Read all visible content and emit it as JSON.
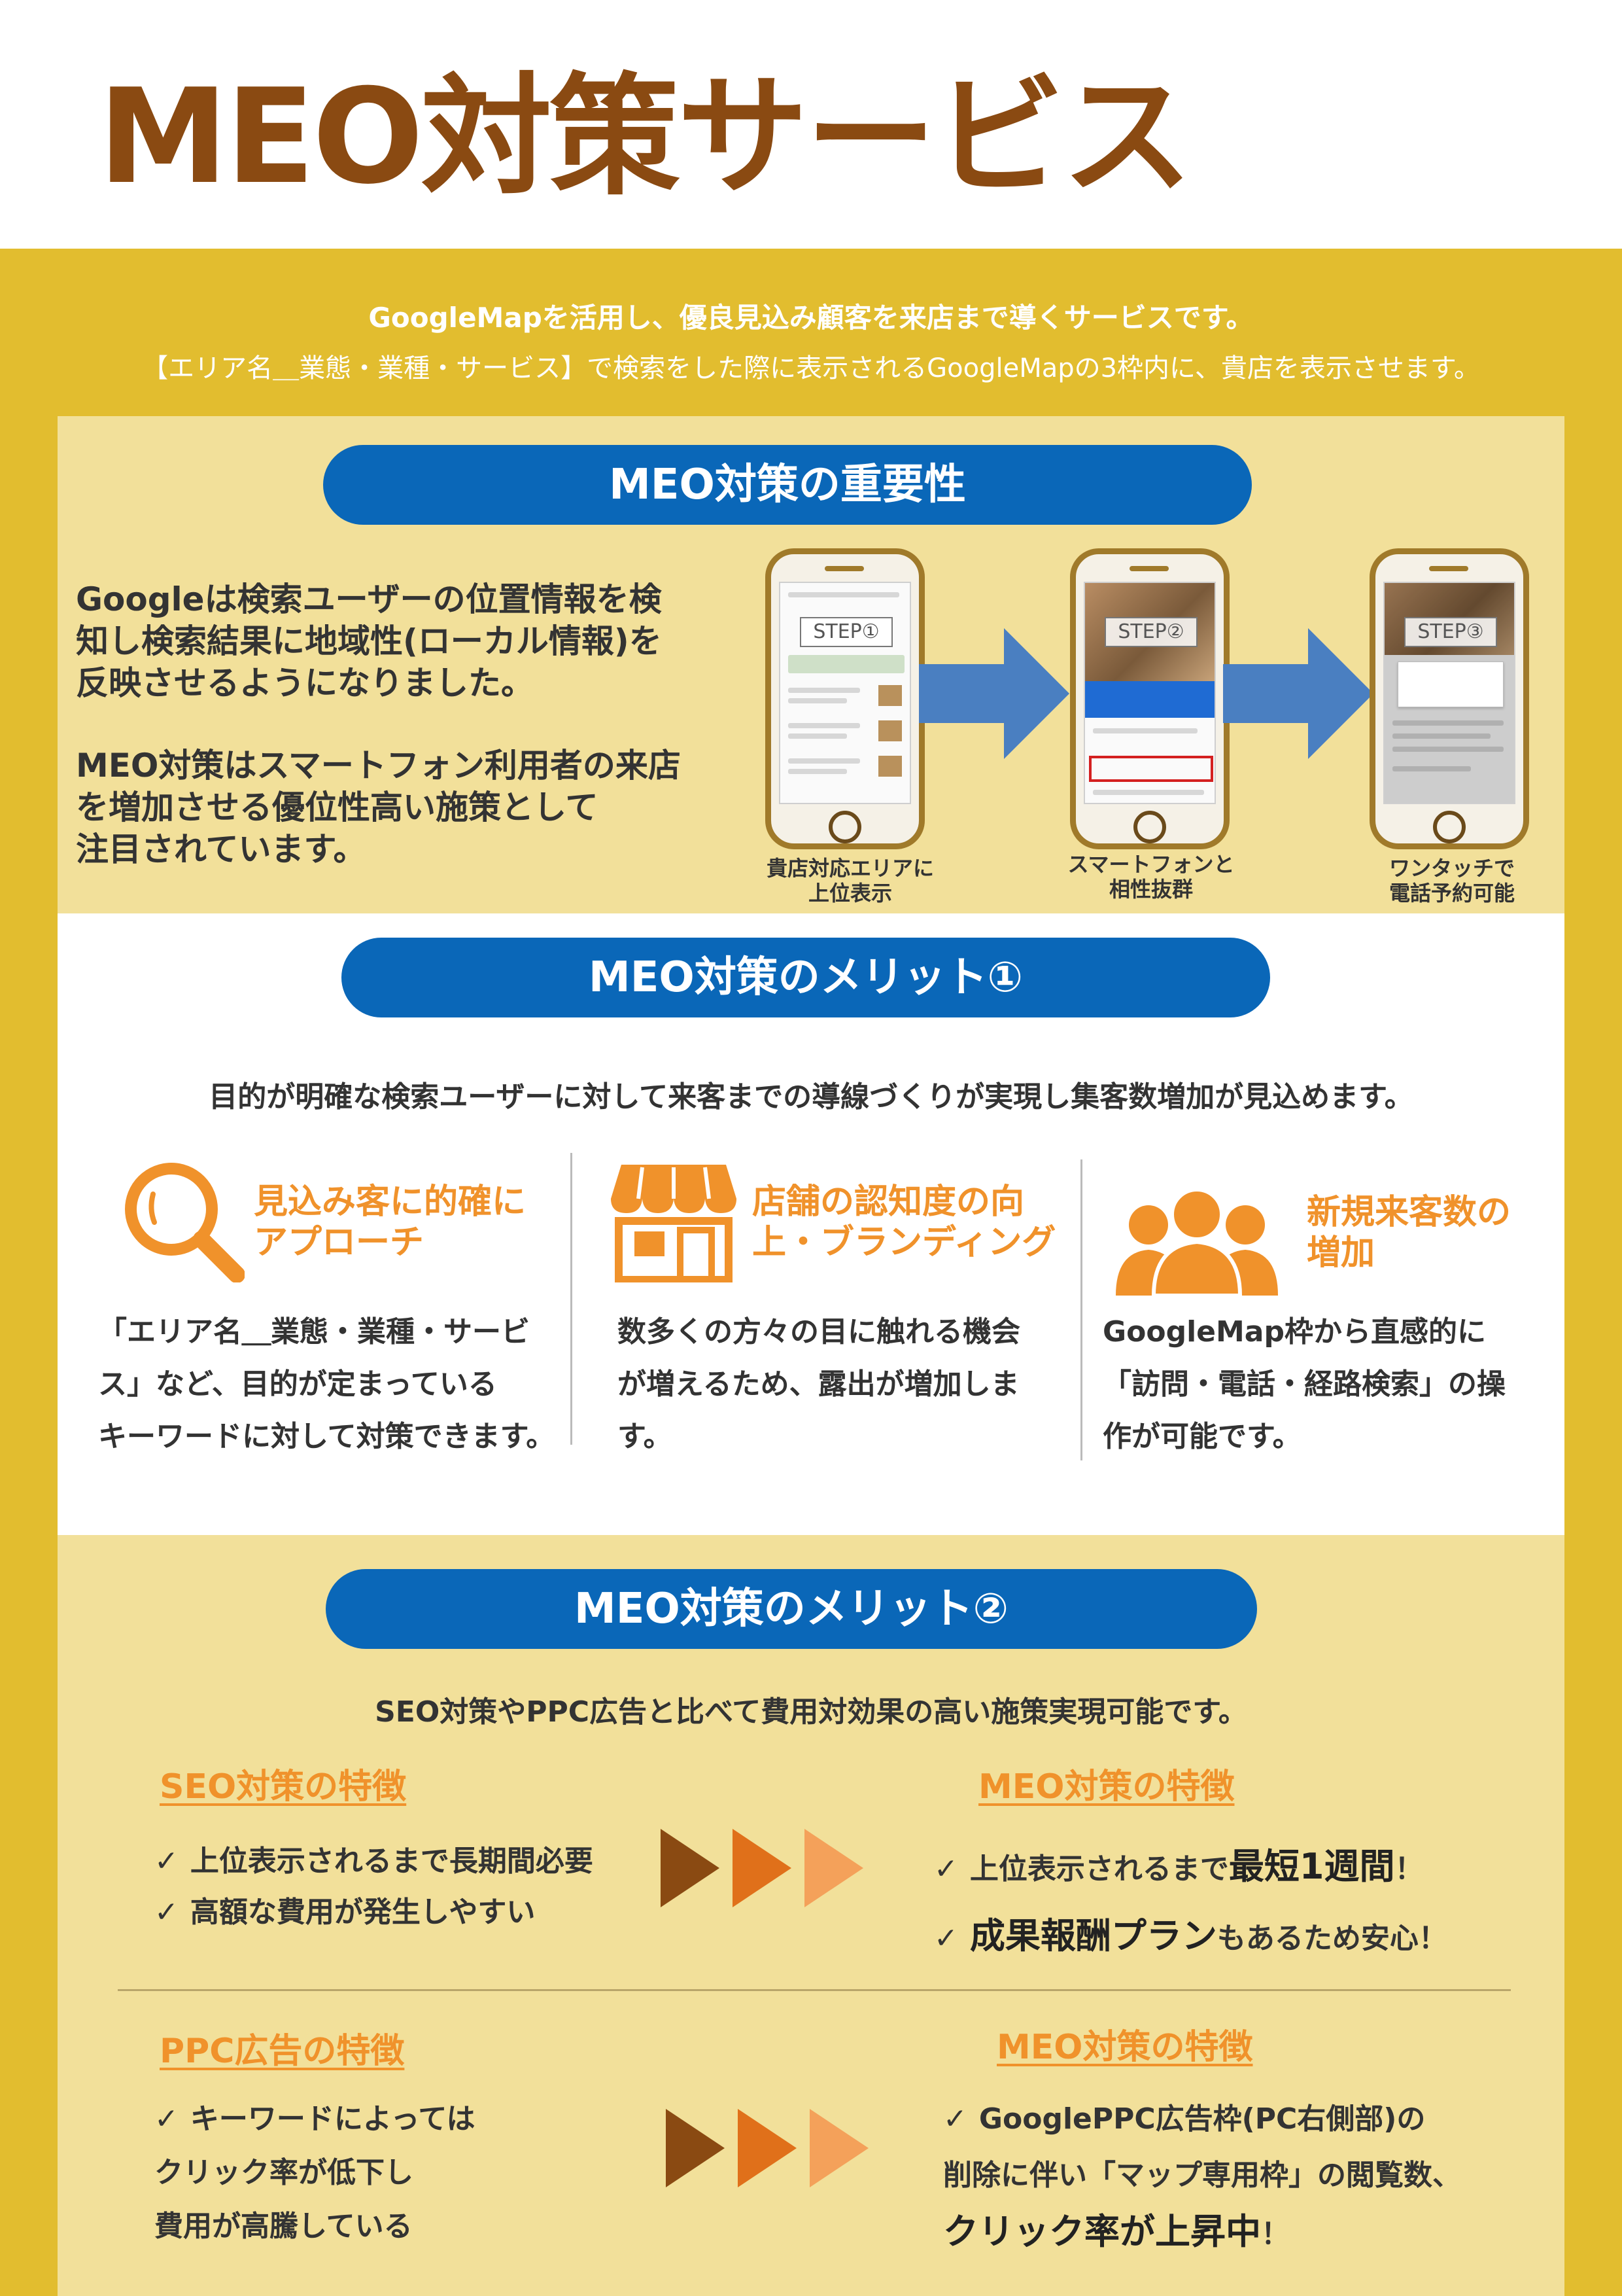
{
  "header": {
    "title": "MEO対策サービス"
  },
  "intro": {
    "line1": "GoogleMapを活用し、優良見込み顧客を来店まで導くサービスです。",
    "line2": "【エリア名＿業態・業種・サービス】で検索をした際に表示されるGoogleMapの3枠内に、貴店を表示させます。"
  },
  "importance": {
    "heading": "MEO対策の重要性",
    "paragraph1": [
      "Googleは検索ユーザーの位置情報を検",
      "知し検索結果に地域性(ローカル情報)を",
      "反映させるようになりました。"
    ],
    "paragraph2": [
      "MEO対策はスマートフォン利用者の来店",
      "を増加させる優位性高い施策として",
      "注目されています。"
    ],
    "steps": [
      {
        "label": "STEP①",
        "caption": [
          "貴店対応エリアに",
          "上位表示"
        ]
      },
      {
        "label": "STEP②",
        "caption": [
          "スマートフォンと",
          "相性抜群"
        ]
      },
      {
        "label": "STEP③",
        "caption": [
          "ワンタッチで",
          "電話予約可能"
        ]
      }
    ]
  },
  "merit1": {
    "heading": "MEO対策のメリット①",
    "lead": "目的が明確な検索ユーザーに対して来客までの導線づくりが実現し集客数増加が見込めます。",
    "items": [
      {
        "icon": "magnifier-icon",
        "title": [
          "見込み客に的確に",
          "アプローチ"
        ],
        "body": [
          "「エリア名＿業態・業種・サービ",
          "ス」など、目的が定まっている",
          "キーワードに対して対策できます。"
        ]
      },
      {
        "icon": "store-icon",
        "title": [
          "店舗の認知度の向",
          "上・ブランディング"
        ],
        "body": [
          "数多くの方々の目に触れる機会",
          "が増えるため、露出が増加しま",
          "す。"
        ]
      },
      {
        "icon": "people-icon",
        "title": [
          "新規来客数の",
          "増加"
        ],
        "body": [
          "GoogleMap枠から直感的に",
          "「訪問・電話・経路検索」の操",
          "作が可能です。"
        ]
      }
    ]
  },
  "merit2": {
    "heading": "MEO対策のメリット②",
    "lead": "SEO対策やPPC広告と比べて費用対効果の高い施策実現可能です。",
    "check_mark": "✓",
    "seo": {
      "title": "SEO対策の特徴",
      "items": [
        "上位表示されるまで長期間必要",
        "高額な費用が発生しやすい"
      ]
    },
    "meo1": {
      "title": "MEO対策の特徴",
      "item1": {
        "prefix": "上位表示されるまで",
        "emphasis": "最短1週間",
        "suffix": "！"
      },
      "item2": {
        "emphasis": "成果報酬プラン",
        "suffix": "もあるため安心！"
      }
    },
    "ppc": {
      "title": "PPC広告の特徴",
      "lines": [
        "キーワードによっては",
        "クリック率が低下し",
        "費用が高騰している"
      ]
    },
    "meo2": {
      "title": "MEO対策の特徴",
      "lines": [
        "GooglePPC広告枠(PC右側部)の",
        "削除に伴い「マップ専用枠」の閲覧数、"
      ],
      "emphasis": "クリック率が上昇中",
      "suffix": "！"
    }
  },
  "colors": {
    "title_brown": "#8a4a12",
    "band_gold": "#e2bd2f",
    "panel_cream": "#f2e09a",
    "pill_blue": "#0a67b8",
    "accent_orange": "#f0922b",
    "arrow_blue": "#4a7fc1"
  }
}
